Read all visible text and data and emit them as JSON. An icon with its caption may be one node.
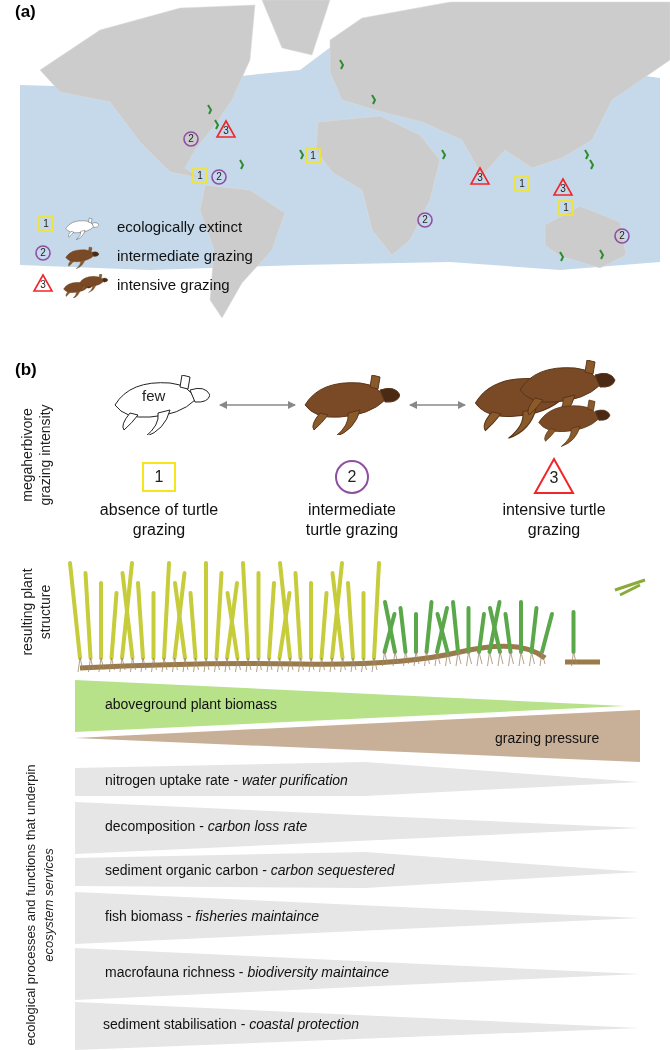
{
  "diagram": {
    "nodes": [
      {
        "text": [
          "3"
        ]
      },
      {
        "text": [
          "2"
        ]
      },
      {
        "text": [
          "1"
        ]
      },
      {
        "text": [
          "1"
        ]
      },
      {
        "text": [
          "2"
        ]
      },
      {
        "text": [
          "3"
        ]
      },
      {
        "text": [
          "1"
        ]
      },
      {
        "text": [
          "3"
        ]
      },
      {
        "text": [
          "1"
        ]
      },
      {
        "text": [
          "2"
        ]
      },
      {
        "text": [
          "2"
        ]
      },
      {
        "text": [
          "1"
        ]
      },
      {
        "text": [
          "2"
        ]
      },
      {
        "text": [
          "3"
        ]
      },
      {
        "text": [
          "few"
        ]
      },
      {
        "text": [],
        "shape": "picture"
      },
      {
        "text": [],
        "shape": "picture"
      },
      {
        "text": [
          "1"
        ],
        "beside": [
          "absence of turtle grazing"
        ]
      },
      {
        "text": [
          "2"
        ],
        "beside": [
          "intermediate turtle grazing"
        ]
      },
      {
        "text": [
          "3"
        ],
        "beside": [
          "intensive turtle grazing"
        ]
      },
      {
        "text": [
          "aboveground plant biomass"
        ]
      },
      {
        "text": [
          "grazing pressure"
        ]
      },
      {
        "text": [
          "nitrogen uptake rate - *water purification*"
        ]
      },
      {
        "text": [
          "decomposition - *carbon loss rate*"
        ]
      },
      {
        "text": [
          "sediment organic carbon - *carbon sequestered*"
        ]
      },
      {
        "text": [
          "fish biomass - *fisheries maintaince*"
        ]
      },
      {
        "text": [
          "macrofauna richness - *biodiversity maintaince*"
        ]
      },
      {
        "text": [
          "sediment stabilisation - *coastal protection*"
        ]
      }
    ],
    "edges": [
      {
        "from": 14,
        "to": 15,
        "arrow": "both"
      },
      {
        "from": 15,
        "to": 16,
        "arrow": "both"
      }
    ],
    "labels": [
      "(a)",
      "(b)",
      "megaherbivore grazing intensity",
      "resulting plant structure",
      "ecological processes and functions that underpin *ecosystem services*"
    ],
    "legend": [
      {
        "text": "ecologically extinct"
      },
      {
        "text": "intermediate grazing"
      },
      {
        "text": "intensive grazing"
      }
    ]
  }
}
